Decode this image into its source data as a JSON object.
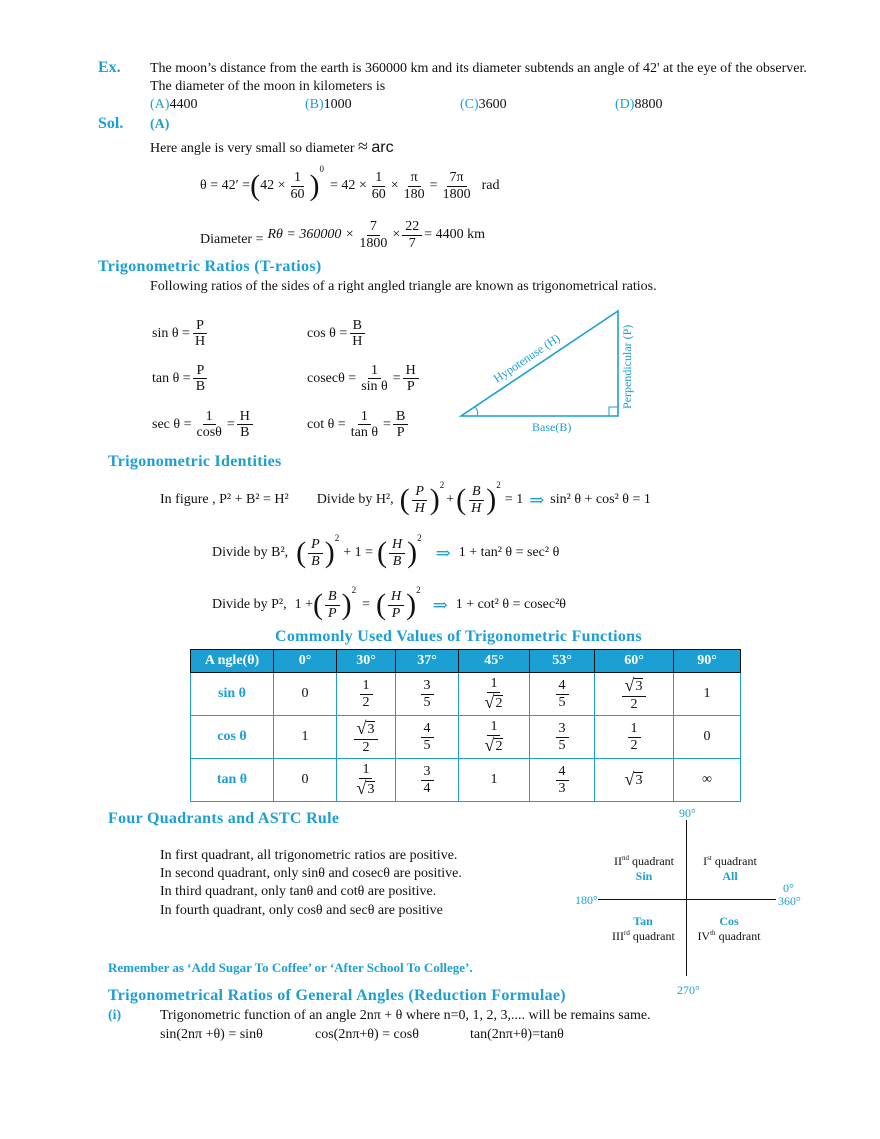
{
  "example": {
    "label": "Ex.",
    "question_line1": "The moon’s distance from the earth is 360000 km and its diameter subtends an angle of 42' at the eye of the observer.",
    "question_line2": "The diameter of the moon in kilometers is",
    "options": [
      {
        "key": "(A)",
        "value": "4400"
      },
      {
        "key": "(B)",
        "value": "1000"
      },
      {
        "key": "(C)",
        "value": "3600"
      },
      {
        "key": "(D)",
        "value": "8800"
      }
    ]
  },
  "solution": {
    "label": "Sol.",
    "answer": "(A)",
    "line1": "Here angle is very small so diameter",
    "approx": "≈",
    "arc": "arc",
    "eq1": {
      "lhs": "θ = 42′ =",
      "n42": "42 ×",
      "f1n": "1",
      "f1d": "60",
      "sup": "0",
      "mid": "= 42 ×",
      "f2n": "1",
      "f2d": "60",
      "x": "×",
      "f3n": "π",
      "f3d": "180",
      "eq": "=",
      "f4n": "7π",
      "f4d": "1800",
      "unit": "rad"
    },
    "eq2": {
      "label": "Diameter =",
      "lhs": "Rθ = 360000 ×",
      "f1n": "7",
      "f1d": "1800",
      "x": "×",
      "f2n": "22",
      "f2d": "7",
      "rhs": "= 4400 km"
    }
  },
  "t_ratios": {
    "heading": "Trigonometric Ratios (T-ratios)",
    "intro": "Following ratios of the sides of a right angled triangle are known as trigonometrical ratios.",
    "sin": {
      "lhs": "sin θ =",
      "n": "P",
      "d": "H"
    },
    "cos": {
      "lhs": "cos θ =",
      "n": "B",
      "d": "H"
    },
    "tan": {
      "lhs": "tan θ =",
      "n": "P",
      "d": "B"
    },
    "cosec": {
      "lhs": "cosecθ =",
      "n1": "1",
      "d1": "sin θ",
      "eq": "=",
      "n2": "H",
      "d2": "P"
    },
    "sec": {
      "lhs": "sec θ =",
      "n1": "1",
      "d1": "cosθ",
      "eq": "=",
      "n2": "H",
      "d2": "B"
    },
    "cot": {
      "lhs": "cot θ =",
      "n1": "1",
      "d1": "tan θ",
      "eq": "=",
      "n2": "B",
      "d2": "P"
    },
    "triangle": {
      "hyp": "Hypotenuse (H)",
      "perp": "Perpendicular (P)",
      "base": "Base(B)"
    }
  },
  "identities": {
    "heading": "Trigonometric Identities",
    "fig": "In figure , P² + B² = H²",
    "div1": "Divide by H²,",
    "id1_lhs_p": "P",
    "id1_lhs_h": "H",
    "id1_b": "B",
    "id1_h2": "H",
    "id1_eq": "= 1",
    "id1_result": "sin² θ + cos² θ = 1",
    "div2": "Divide by B²,",
    "id2_p": "P",
    "id2_b": "B",
    "id2_plus": "+ 1 =",
    "id2_h": "H",
    "id2_b2": "B",
    "id2_result": "1 + tan² θ = sec² θ",
    "div3": "Divide by P²,",
    "id3_one": "1 +",
    "id3_b": "B",
    "id3_p": "P",
    "id3_eq": "=",
    "id3_h": "H",
    "id3_p2": "P",
    "id3_result": "1 + cot² θ = cosec²θ",
    "arrow": "⇒",
    "sq": "2"
  },
  "values_table": {
    "heading": "Commonly Used Values of Trigonometric Functions",
    "header": [
      "A ngle(θ)",
      "0°",
      "30°",
      "37°",
      "45°",
      "53°",
      "60°",
      "90°"
    ],
    "rows": [
      {
        "label": "sin θ",
        "cells": [
          "0",
          "1/2",
          "3/5",
          "1/√2",
          "4/5",
          "√3/2",
          "1"
        ]
      },
      {
        "label": "cos θ",
        "cells": [
          "1",
          "√3/2",
          "4/5",
          "1/√2",
          "3/5",
          "1/2",
          "0"
        ]
      },
      {
        "label": "tan θ",
        "cells": [
          "0",
          "1/√3",
          "3/4",
          "1",
          "4/3",
          "√3",
          "∞"
        ]
      }
    ]
  },
  "quadrants": {
    "heading": "Four Quadrants and ASTC Rule",
    "lines": [
      "In first quadrant,   all trigonometric ratios are positive.",
      "In second quadrant, only sinθ and cosecθ are positive.",
      "In third quadrant, only tanθ and cotθ are positive.",
      "In fourth quadrant, only cosθ and secθ are positive"
    ],
    "remember": "Remember as  ‘Add Sugar To Coffee’ or ‘After School To College’.",
    "diagram": {
      "top": "90°",
      "bottom": "270°",
      "left": "180°",
      "right0": "0°",
      "right360": "360°",
      "q2": "II",
      "q2sup": "nd",
      "q2txt": "quadrant",
      "q2fn": "Sin",
      "q1": "I",
      "q1sup": "st",
      "q1txt": "quadrant",
      "q1fn": "All",
      "q3": "III",
      "q3sup": "rd",
      "q3txt": "quadrant",
      "q3fn": "Tan",
      "q4": "IV",
      "q4sup": "th",
      "q4txt": "quadrant",
      "q4fn": "Cos"
    }
  },
  "general_angles": {
    "heading": "Trigonometrical Ratios of General Angles (Reduction Formulae)",
    "item": "(i)",
    "text": "Trigonometric function of an angle 2nπ + θ where n=0, 1, 2, 3,.... will be remains same.",
    "f1": "sin(2nπ +θ) = sinθ",
    "f2": "cos(2nπ+θ) = cosθ",
    "f3": "tan(2nπ+θ)=tanθ"
  }
}
